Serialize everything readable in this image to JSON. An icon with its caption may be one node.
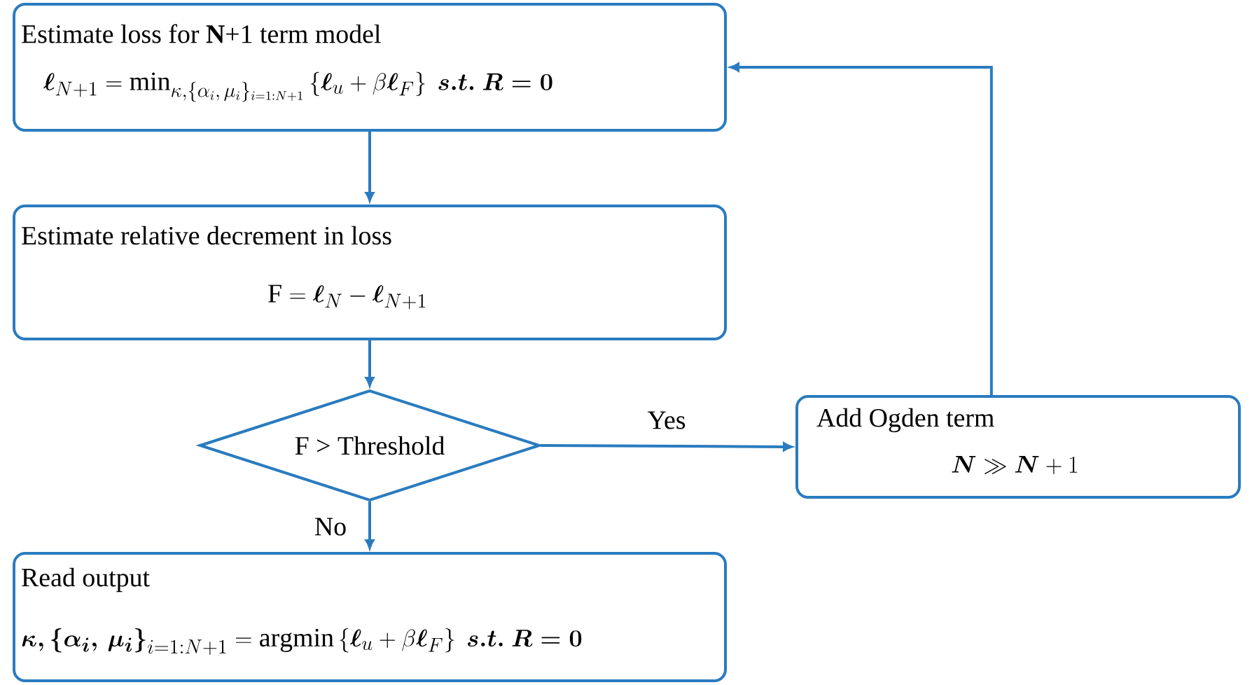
{
  "diagram": {
    "nodes": [
      {
        "text": [
          "Estimate loss for **N**+1 term model",
          "\\boldsymbol{\\ell}_{N+1} = \\min_{\\kappa,\\{\\alpha_i,\\,\\mu_i\\}_{i=1:N+1}} \\left\\{\\boldsymbol{\\ell}_u + \\beta\\boldsymbol{\\ell}_F\\right\\}\\ \\boldsymbol{s.t.\\ R = 0}"
        ]
      },
      {
        "text": [
          "Estimate relative decrement in loss",
          "\\mathrm{F} = \\boldsymbol{\\ell}_N - \\boldsymbol{\\ell}_{N+1}"
        ]
      },
      {
        "text": [
          "F > Threshold"
        ]
      },
      {
        "text": [
          "Read output",
          "\\boldsymbol{\\kappa,\\{\\alpha_i,\\,\\mu_i\\}}_{i=1:N+1} = \\mathrm{argmin}\\left\\{\\boldsymbol{\\ell}_u + \\beta\\boldsymbol{\\ell}_F\\right\\}\\ \\boldsymbol{s.t.\\ R = 0}"
        ]
      },
      {
        "text": [
          "Add Ogden term",
          "\\boldsymbol{N} \\gg \\boldsymbol{N} + 1"
        ]
      }
    ],
    "edges": [
      {
        "from": 0,
        "to": 1,
        "arrow": "to"
      },
      {
        "from": 1,
        "to": 2,
        "arrow": "to"
      },
      {
        "from": 2,
        "to": 4,
        "arrow": "to",
        "label": "Yes"
      },
      {
        "from": 2,
        "to": 3,
        "arrow": "to",
        "label": "No"
      },
      {
        "from": 4,
        "to": 0,
        "arrow": "to"
      }
    ]
  }
}
